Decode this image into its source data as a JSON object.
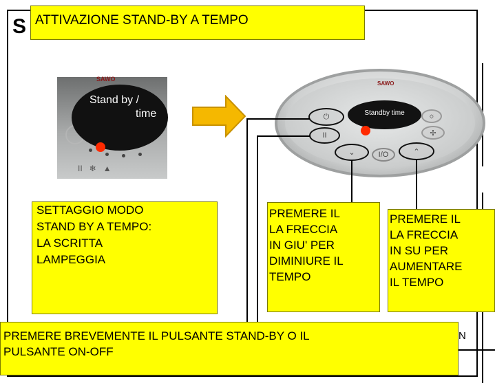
{
  "title": "ATTIVAZIONE STAND-BY A TEMPO",
  "heading_fragment": "S",
  "small_panel": {
    "brand": "SAWO",
    "display_line1": "Stand by /",
    "display_line2": "time"
  },
  "big_panel": {
    "brand": "SAWO",
    "display_text": "Standby time",
    "buttons": [
      "power-icon",
      "standby-icon",
      "arrow-down-icon",
      "arrow-up-icon",
      "ion-icon",
      "light-icon",
      "fan-icon"
    ]
  },
  "notes": {
    "left": "SETTAGGIO MODO\nSTAND BY A TEMPO:\nLA SCRITTA\nLAMPEGGIA",
    "down": "PREMERE IL\nLA FRECCIA\nIN GIU' PER\nDIMINIURE IL\nTEMPO",
    "up": "PREMERE IL\nLA FRECCIA\nIN SU PER\nAUMENTARE\nIL TEMPO",
    "bottom": "PREMERE BREVEMENTE IL PULSANTE STAND-BY O IL\nPULSANTE ON-OFF"
  },
  "partial_text_right": "N",
  "colors": {
    "callout": "#ffff00",
    "arrow": "#f5b800",
    "indicator": "#ff2a00"
  }
}
